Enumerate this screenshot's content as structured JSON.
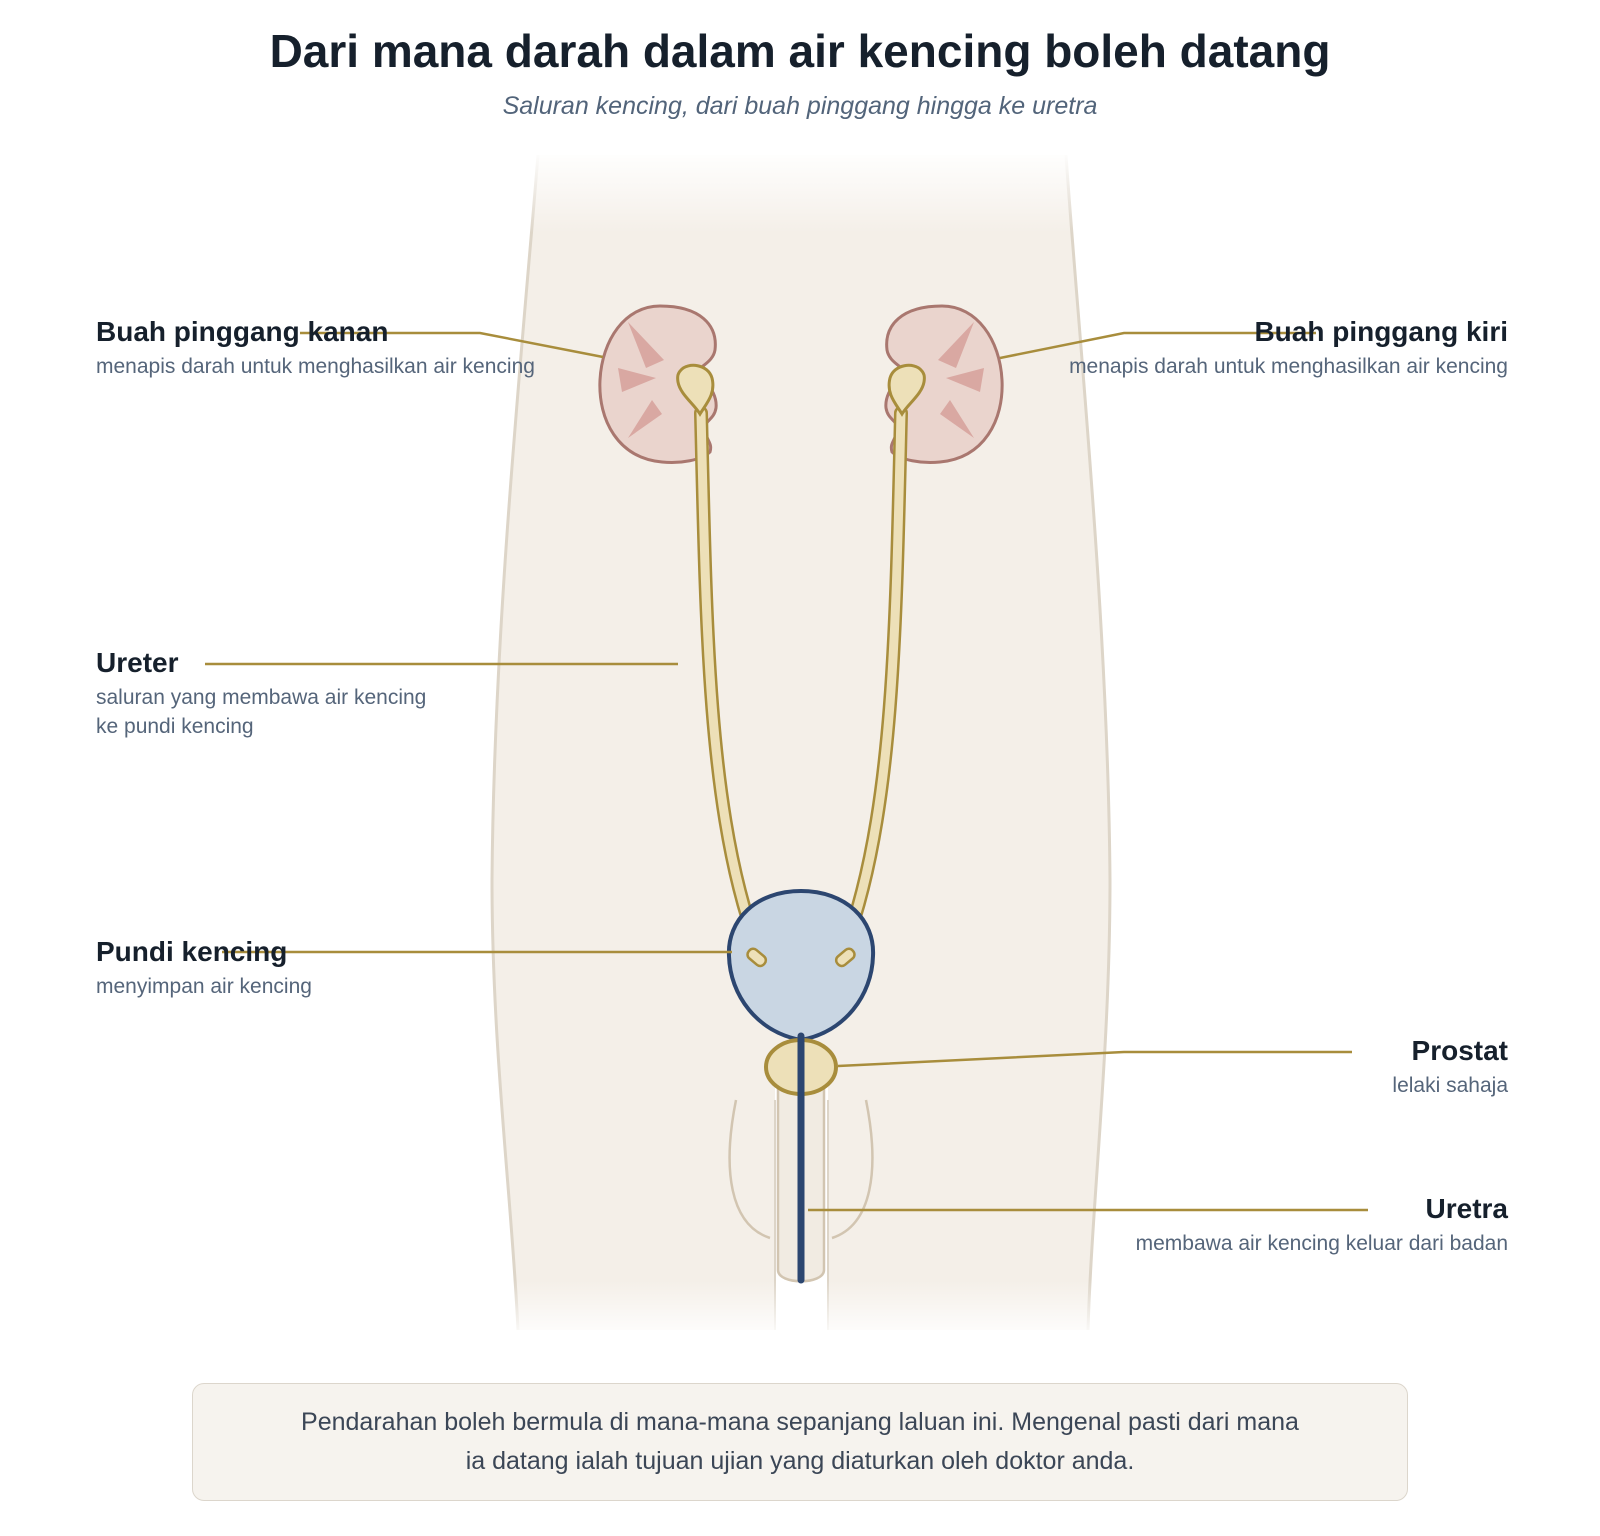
{
  "header": {
    "title": "Dari mana darah dalam air kencing boleh datang",
    "subtitle": "Saluran kencing, dari buah pinggang hingga ke uretra"
  },
  "labels": {
    "right_kidney": {
      "name": "Buah pinggang kanan",
      "desc": "menapis darah untuk menghasilkan air kencing"
    },
    "left_kidney": {
      "name": "Buah pinggang kiri",
      "desc": "menapis darah untuk menghasilkan air kencing"
    },
    "ureter": {
      "name": "Ureter",
      "desc_line1": "saluran yang membawa air kencing",
      "desc_line2": "ke pundi kencing"
    },
    "bladder": {
      "name": "Pundi kencing",
      "desc": "menyimpan air kencing"
    },
    "prostate": {
      "name": "Prostat",
      "desc": "lelaki sahaja"
    },
    "urethra": {
      "name": "Uretra",
      "desc": "membawa air kencing keluar dari badan"
    }
  },
  "note": {
    "line1": "Pendarahan boleh bermula di mana-mana sepanjang laluan ini. Mengenal pasti dari mana",
    "line2": "ia datang ialah tujuan ujian yang diaturkan oleh doktor anda."
  },
  "colors": {
    "body": "#f4efe8",
    "body_outline": "#ddd5c8",
    "kidney_fill": "#ead4cd",
    "kidney_stroke": "#a9776f",
    "kidney_pyramid": "#d9a8a2",
    "tube_fill": "#ede0b8",
    "tube_stroke": "#a88d3c",
    "bladder_fill": "#c9d6e3",
    "bladder_stroke": "#2c4670",
    "leader": "#a88d3c"
  }
}
